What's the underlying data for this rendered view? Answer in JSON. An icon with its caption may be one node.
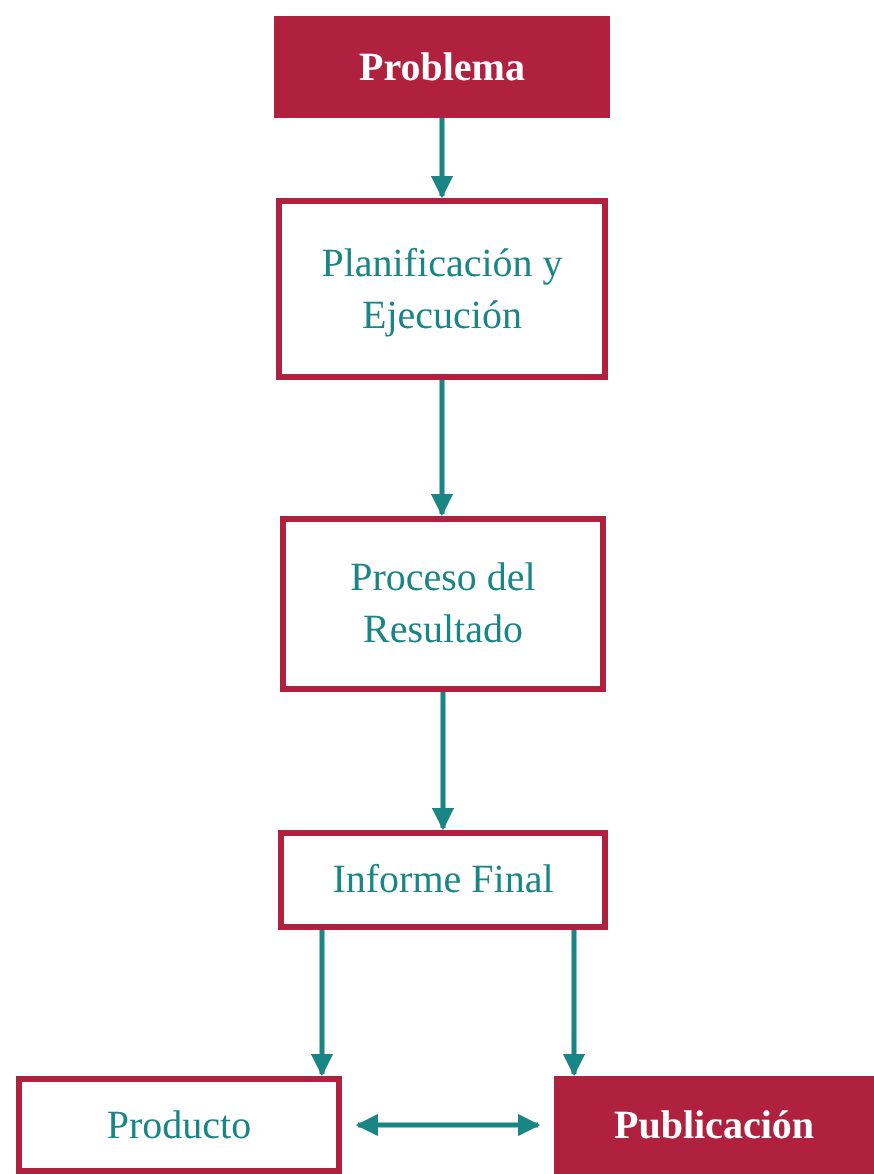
{
  "diagram": {
    "nodes": [
      {
        "text": [
          "Problema"
        ]
      },
      {
        "text": [
          "Planificación y Ejecución"
        ]
      },
      {
        "text": [
          "Proceso del Resultado"
        ]
      },
      {
        "text": [
          "Informe Final"
        ]
      },
      {
        "text": [
          "Producto"
        ]
      },
      {
        "text": [
          "Publicación"
        ]
      }
    ],
    "edges": [
      {
        "from": 0,
        "to": 1,
        "arrow": "to"
      },
      {
        "from": 1,
        "to": 2,
        "arrow": "to"
      },
      {
        "from": 2,
        "to": 3,
        "arrow": "to"
      },
      {
        "from": 3,
        "to": 4,
        "arrow": "to"
      },
      {
        "from": 3,
        "to": 5,
        "arrow": "to"
      },
      {
        "from": 4,
        "to": 5,
        "arrow": "both"
      }
    ]
  }
}
